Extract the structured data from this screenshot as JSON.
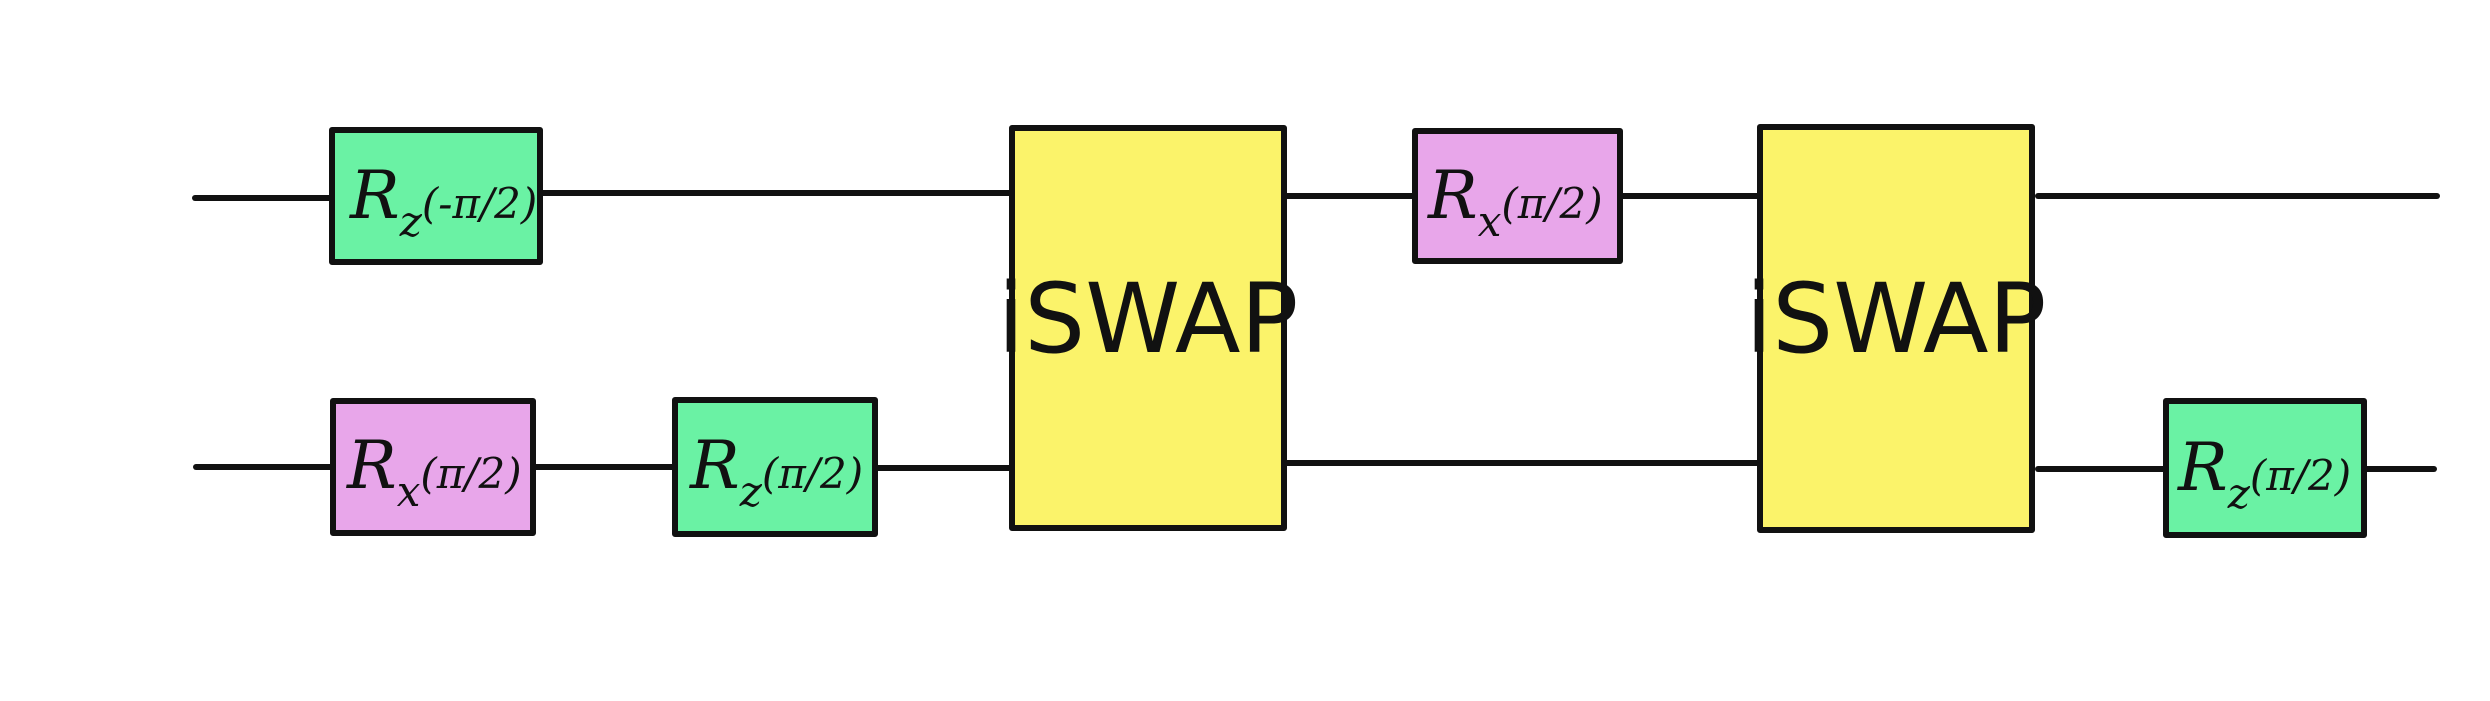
{
  "colors": {
    "rz": "#6af2a4",
    "rx": "#e8a6ea",
    "iswap": "#fbf36a",
    "line": "#111111"
  },
  "gates": {
    "g1": {
      "name": "R",
      "sub": "z",
      "arg": "(-π/2)"
    },
    "g2": {
      "name": "R",
      "sub": "x",
      "arg": "(π/2)"
    },
    "g3": {
      "name": "R",
      "sub": "z",
      "arg": "(π/2)"
    },
    "g4": {
      "label": "iSWAP"
    },
    "g5": {
      "name": "R",
      "sub": "x",
      "arg": "(π/2)"
    },
    "g6": {
      "label": "iSWAP"
    },
    "g7": {
      "name": "R",
      "sub": "z",
      "arg": "(π/2)"
    }
  }
}
